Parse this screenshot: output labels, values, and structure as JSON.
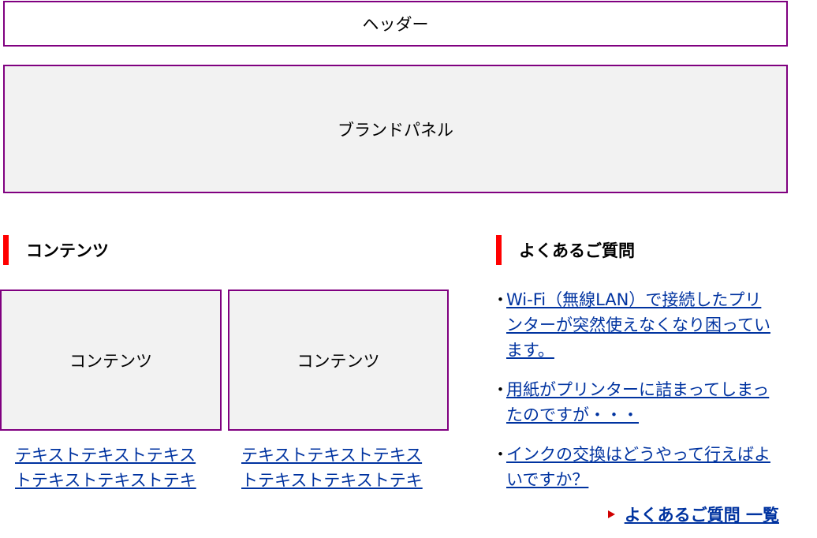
{
  "header": {
    "label": "ヘッダー"
  },
  "brand_panel": {
    "label": "ブランドパネル"
  },
  "content_section": {
    "title": "コンテンツ",
    "cards": [
      {
        "label": "コンテンツ",
        "link": "テキストテキストテキストテキストテキストテキ"
      },
      {
        "label": "コンテンツ",
        "link": "テキストテキストテキストテキストテキストテキ"
      }
    ]
  },
  "faq_section": {
    "title": "よくあるご質問",
    "bullet": "・",
    "items": [
      "Wi-Fi（無線LAN）で接続したプリンターが突然使えなくなり困っています。",
      "用紙がプリンターに詰まってしまったのですが・・・",
      "インクの交換はどうやって行えばよいですか？"
    ],
    "all_link": "よくあるご質問 一覧"
  },
  "colors": {
    "border": "#800080",
    "accent": "#ff0000",
    "link": "#0033a0",
    "panel_bg": "#f2f2f2"
  }
}
